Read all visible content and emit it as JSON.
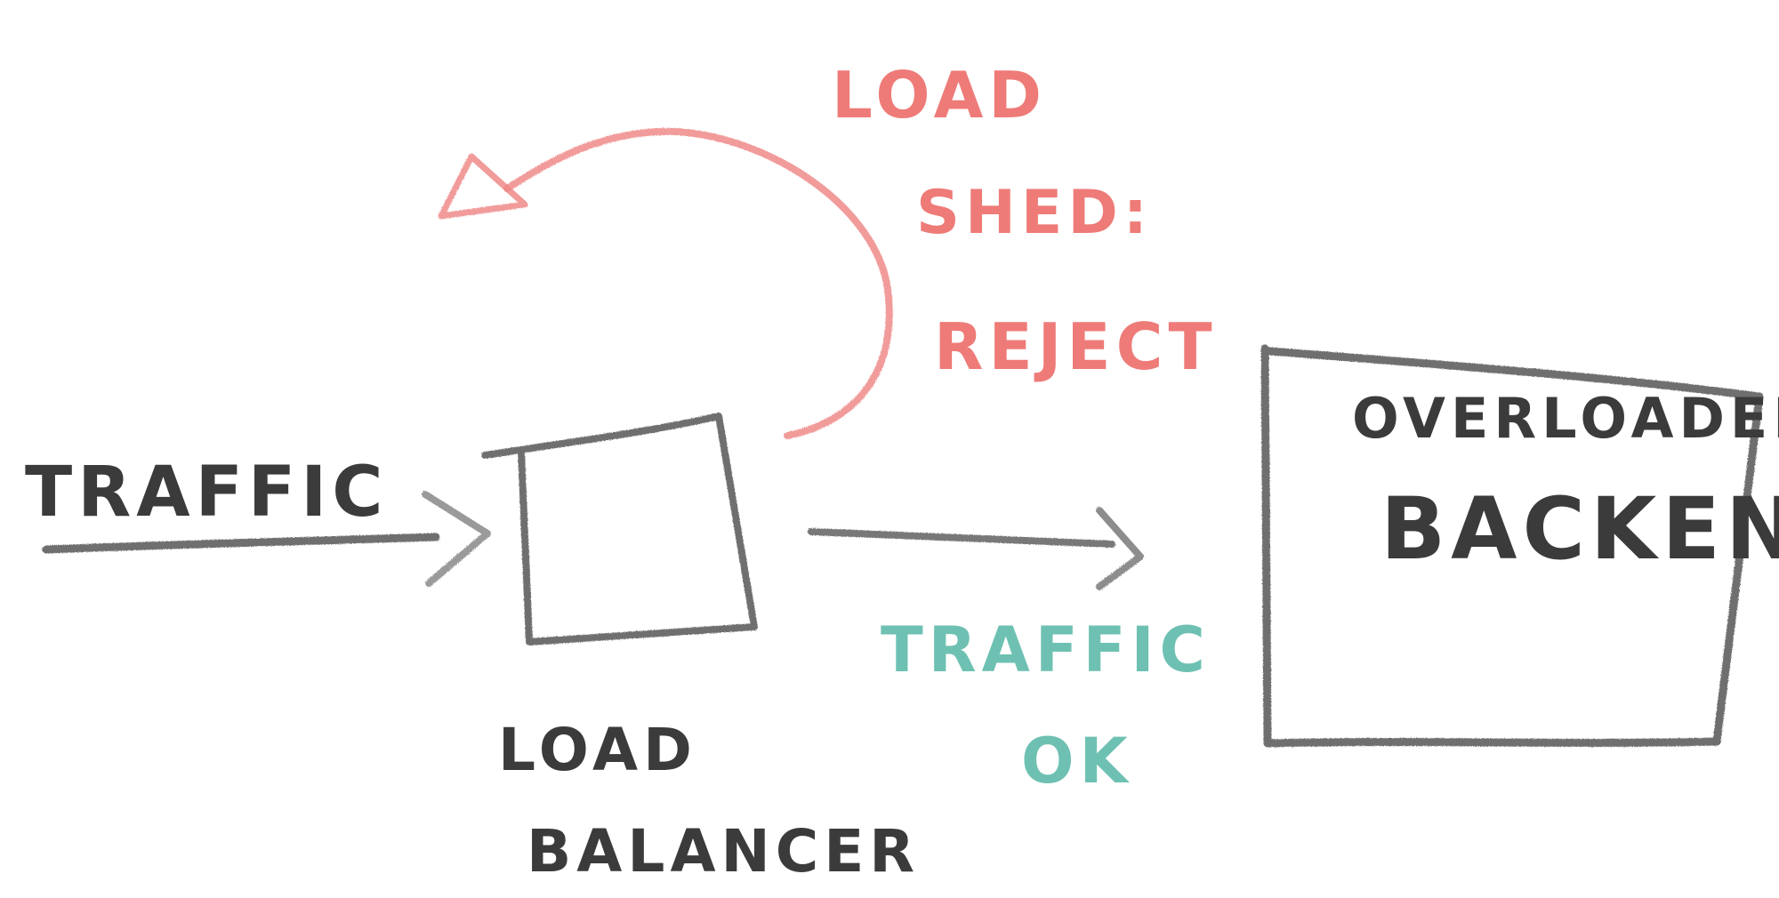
{
  "labels": {
    "traffic_in": "TRAFFIC",
    "load_balancer_line1": "LOAD",
    "load_balancer_line2": "BALANCER",
    "shed_line1": "LOAD",
    "shed_line2": "SHED:",
    "shed_line3": "REJECT",
    "traffic_ok_line1": "TRAFFIC",
    "traffic_ok_line2": "OK",
    "backend_line1": "OVERLOADED",
    "backend_line2": "BACKEND"
  },
  "colors": {
    "ink": "#3b3b3b",
    "shed": "#ee7b78",
    "ok": "#6ec1b2"
  }
}
